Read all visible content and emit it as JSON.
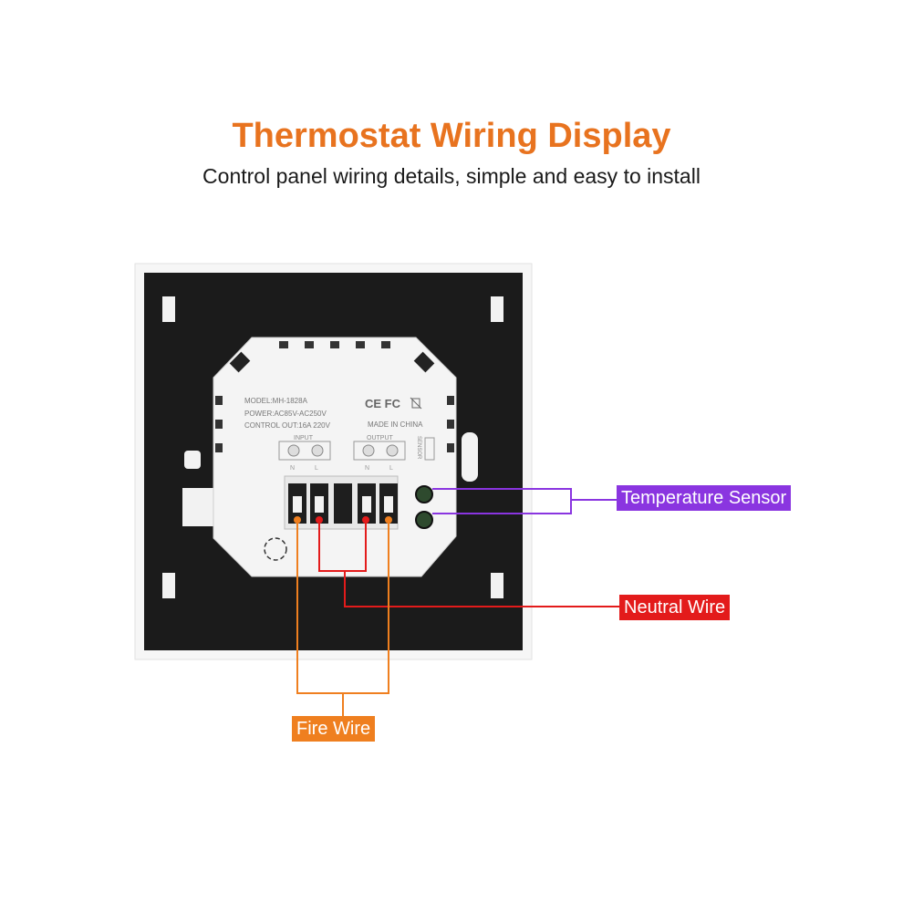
{
  "header": {
    "title": "Thermostat Wiring Display",
    "subtitle": "Control panel wiring details, simple and easy to install"
  },
  "module": {
    "model": "MODEL:MH-1828A",
    "power": "POWER:AC85V-AC250V",
    "control_out": "CONTROL OUT:16A 220V",
    "cert_marks": "CE FC",
    "made_in": "MADE IN CHINA",
    "input_label": "INPUT",
    "output_label": "OUTPUT",
    "sensor_label": "SENSOR",
    "terminal_n": "N",
    "terminal_l": "L"
  },
  "labels": {
    "temperature_sensor": "Temperature Sensor",
    "neutral_wire": "Neutral Wire",
    "fire_wire": "Fire Wire"
  },
  "colors": {
    "title": "#e8731f",
    "sensor": "#8a35e0",
    "neutral": "#e31b1b",
    "fire": "#ef7f1f",
    "panel": "#1b1b1b",
    "module": "#f4f4f4"
  }
}
